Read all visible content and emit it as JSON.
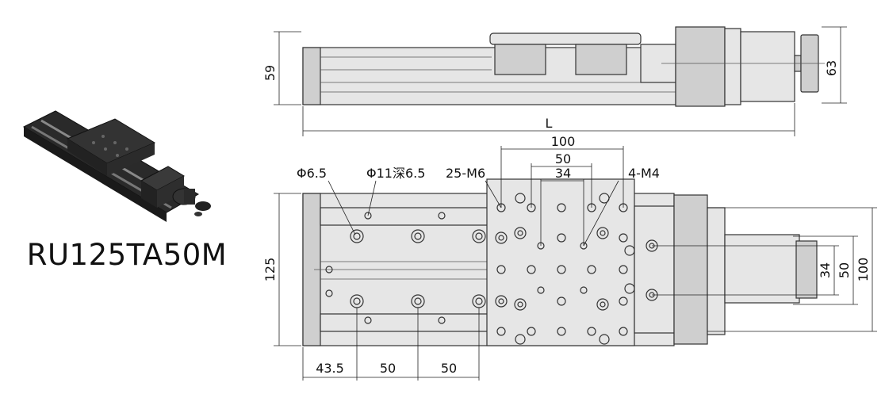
{
  "model_name": "RU125TA50M",
  "top_view": {
    "dim_height_left": "59",
    "dim_height_right": "63",
    "dim_length": "L"
  },
  "plan_view": {
    "dim_100_top": "100",
    "dim_50_top": "50",
    "dim_34_top": "34",
    "callout_phi65": "Φ6.5",
    "callout_phi11": "Φ11深6.5",
    "callout_25m6": "25-M6",
    "callout_4m4": "4-M4",
    "dim_125": "125",
    "dim_435": "43.5",
    "dim_50_a": "50",
    "dim_50_b": "50",
    "dim_34_right": "34",
    "dim_50_right": "50",
    "dim_100_right": "100"
  }
}
